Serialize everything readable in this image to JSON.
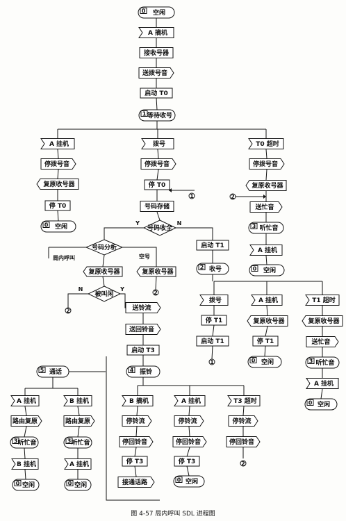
{
  "caption": "图 4-57  局内呼叫 SDL 进程图",
  "chart_data": {
    "type": "diagram",
    "nodes": [
      {
        "id": "s0",
        "shape": "state",
        "text": "空闲",
        "num": "0"
      },
      {
        "id": "a_off",
        "shape": "input",
        "text": "A 摘机"
      },
      {
        "id": "t1",
        "shape": "task",
        "text": "接收号器"
      },
      {
        "id": "o1",
        "shape": "output",
        "text": "送拨号音"
      },
      {
        "id": "t2",
        "shape": "task",
        "text": "启动 T0"
      },
      {
        "id": "s1",
        "shape": "state",
        "text": "等待收号",
        "num": "1"
      },
      {
        "id": "a_on1",
        "shape": "input",
        "text": "A 挂机"
      },
      {
        "id": "o2",
        "shape": "output",
        "text": "停拨号音"
      },
      {
        "id": "o3",
        "shape": "outputL",
        "text": "复原收号器"
      },
      {
        "id": "t3",
        "shape": "task",
        "text": "停 T0"
      },
      {
        "id": "s0b",
        "shape": "state",
        "text": "空闲",
        "num": "0"
      },
      {
        "id": "dial",
        "shape": "input",
        "text": "拨号"
      },
      {
        "id": "o4",
        "shape": "output",
        "text": "停拨号音"
      },
      {
        "id": "t4",
        "shape": "task",
        "text": "停 T0"
      },
      {
        "id": "t5",
        "shape": "task",
        "text": "号码存储"
      },
      {
        "id": "d1",
        "shape": "decision",
        "text": "号码收全"
      },
      {
        "id": "d2",
        "shape": "decision",
        "text": "号码分析"
      },
      {
        "id": "o5",
        "shape": "outputL",
        "text": "复原收号器"
      },
      {
        "id": "d3",
        "shape": "decision",
        "text": "被叫闲"
      },
      {
        "id": "o6",
        "shape": "output",
        "text": "送铃流"
      },
      {
        "id": "o7",
        "shape": "output",
        "text": "送回铃音"
      },
      {
        "id": "t6",
        "shape": "task",
        "text": "启动 T3"
      },
      {
        "id": "s4",
        "shape": "state",
        "text": "振铃",
        "num": "4"
      },
      {
        "id": "o8",
        "shape": "outputL",
        "text": "复原收号器"
      },
      {
        "id": "t7",
        "shape": "task",
        "text": "启动 T1"
      },
      {
        "id": "s2",
        "shape": "state",
        "text": "收号",
        "num": "2"
      },
      {
        "id": "t0to",
        "shape": "input",
        "text": "T0 超时"
      },
      {
        "id": "o9",
        "shape": "output",
        "text": "停拨号音"
      },
      {
        "id": "o10",
        "shape": "outputL",
        "text": "复原收号器"
      },
      {
        "id": "o11",
        "shape": "output",
        "text": "送忙音"
      },
      {
        "id": "s3",
        "shape": "state",
        "text": "听忙音",
        "num": "3"
      },
      {
        "id": "a_on2",
        "shape": "input",
        "text": "A 挂机"
      },
      {
        "id": "s0c",
        "shape": "state",
        "text": "空闲",
        "num": "0"
      },
      {
        "id": "dial2",
        "shape": "input",
        "text": "拨号"
      },
      {
        "id": "t8",
        "shape": "task",
        "text": "停 T1"
      },
      {
        "id": "t9",
        "shape": "task",
        "text": "启动 T1"
      },
      {
        "id": "a_on3",
        "shape": "input",
        "text": "A 挂机"
      },
      {
        "id": "o12",
        "shape": "outputL",
        "text": "复原收号器"
      },
      {
        "id": "t10",
        "shape": "task",
        "text": "停 T1"
      },
      {
        "id": "s0d",
        "shape": "state",
        "text": "空闲",
        "num": "0"
      },
      {
        "id": "t1to",
        "shape": "input",
        "text": "T1 超时"
      },
      {
        "id": "o13",
        "shape": "outputL",
        "text": "复原收号器"
      },
      {
        "id": "o14",
        "shape": "output",
        "text": "送忙音"
      },
      {
        "id": "s3b",
        "shape": "state",
        "text": "听忙音",
        "num": "3"
      },
      {
        "id": "a_on4",
        "shape": "input",
        "text": "A 挂机"
      },
      {
        "id": "s0e",
        "shape": "state",
        "text": "空闲",
        "num": "0"
      },
      {
        "id": "s5",
        "shape": "state",
        "text": "通话",
        "num": "5"
      },
      {
        "id": "a_on5",
        "shape": "input",
        "text": "A 挂机"
      },
      {
        "id": "o15",
        "shape": "output",
        "text": "路由复原"
      },
      {
        "id": "s3c",
        "shape": "state",
        "text": "听忙音",
        "num": "3"
      },
      {
        "id": "b_on",
        "shape": "input",
        "text": "B 挂机"
      },
      {
        "id": "s0f",
        "shape": "state",
        "text": "空闲",
        "num": "0"
      },
      {
        "id": "b_on2",
        "shape": "input",
        "text": "B 挂机"
      },
      {
        "id": "o16",
        "shape": "output",
        "text": "路由复原"
      },
      {
        "id": "s3d",
        "shape": "state",
        "text": "听忙音",
        "num": "3"
      },
      {
        "id": "a_on6",
        "shape": "input",
        "text": "A 挂机"
      },
      {
        "id": "s0g",
        "shape": "state",
        "text": "空闲",
        "num": "0"
      },
      {
        "id": "b_off",
        "shape": "input",
        "text": "B 摘机"
      },
      {
        "id": "o17",
        "shape": "output",
        "text": "停铃流"
      },
      {
        "id": "o18",
        "shape": "output",
        "text": "停回铃音"
      },
      {
        "id": "t11",
        "shape": "task",
        "text": "停 T3"
      },
      {
        "id": "o19",
        "shape": "output",
        "text": "接通话路"
      },
      {
        "id": "a_on7",
        "shape": "input",
        "text": "A 挂机"
      },
      {
        "id": "o20",
        "shape": "output",
        "text": "停铃流"
      },
      {
        "id": "o21",
        "shape": "output",
        "text": "停回铃音"
      },
      {
        "id": "t12",
        "shape": "task",
        "text": "停 T3"
      },
      {
        "id": "s0h",
        "shape": "state",
        "text": "空闲",
        "num": "0"
      },
      {
        "id": "t3to",
        "shape": "input",
        "text": "T3 超时"
      },
      {
        "id": "o22",
        "shape": "output",
        "text": "停铃流"
      },
      {
        "id": "o23",
        "shape": "output",
        "text": "停回铃音"
      },
      {
        "id": "c1a",
        "shape": "connector",
        "text": "1"
      },
      {
        "id": "c1b",
        "shape": "connector",
        "text": "1"
      },
      {
        "id": "c2a",
        "shape": "connector",
        "text": "2"
      },
      {
        "id": "c2b",
        "shape": "connector",
        "text": "2"
      },
      {
        "id": "c2c",
        "shape": "connector",
        "text": "2"
      },
      {
        "id": "c2d",
        "shape": "connector",
        "text": "2"
      }
    ],
    "edge_labels": [
      "Y",
      "N",
      "局内呼叫",
      "空号",
      "N",
      "Y"
    ]
  }
}
